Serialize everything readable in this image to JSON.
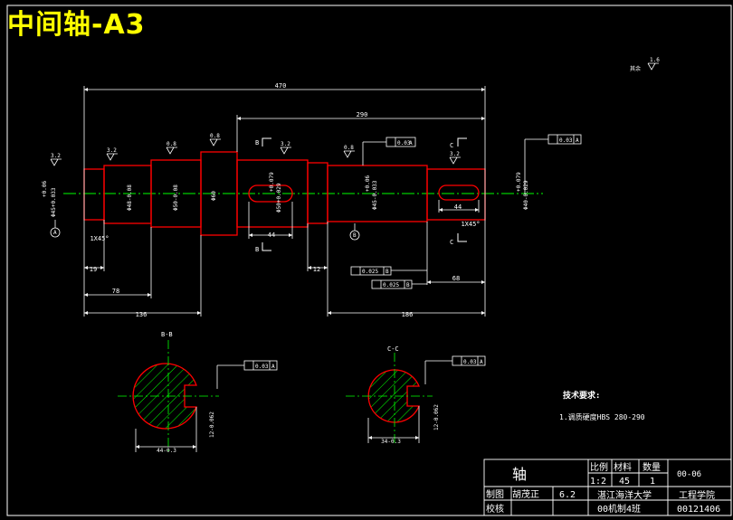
{
  "title": "中间轴-A3",
  "colors": {
    "background": "#000000",
    "title": "#ffff00",
    "part_outline": "#ff0000",
    "center_line": "#00ff00",
    "annotation": "#ffffff"
  },
  "roughness": {
    "other": "其余",
    "other_value": "1.6",
    "r1": "3.2",
    "r2": "3.2",
    "r3": "0.8",
    "r4": "0.8",
    "r5": "3.2",
    "r6": "0.8",
    "r7": "3.2"
  },
  "dimensions": {
    "overall": "470",
    "d290": "290",
    "d19": "19",
    "d78": "78",
    "d136": "136",
    "d12": "12",
    "d68": "68",
    "d186": "186",
    "keyway1": "44",
    "keyway2": "44",
    "chamfer_left": "1X45°",
    "chamfer_right": "1X45°",
    "dia_left_end": "Φ45+0.033",
    "dia_left_end_tol": "+0.06",
    "dia_2": "Φ48-0.08",
    "dia_3": "Φ50-0.08",
    "dia_collar": "Φ60",
    "dia_4": "Φ50+0.029",
    "dia_4_tol": "+0.079",
    "dia_5": "Φ45-0.033",
    "dia_5_tol": "+0.06",
    "dia_right_end": "Φ40-0.029",
    "dia_right_end_tol": "+0.079"
  },
  "tolerances": {
    "runout_top": "0.03",
    "runout_top_ref": "A",
    "runout_right": "0.03",
    "runout_right_ref": "A",
    "parallel_1": "0.025",
    "parallel_1_ref": "B",
    "parallel_2": "0.025",
    "parallel_2_ref": "B",
    "symm_bb": "0.03",
    "symm_bb_ref": "A",
    "symm_cc": "0.03",
    "symm_cc_ref": "A"
  },
  "datums": {
    "a": "A",
    "b": "B"
  },
  "section_marks": {
    "b_top": "B",
    "b_bottom": "B",
    "c_top": "C",
    "c_bottom": "C"
  },
  "sections": {
    "bb_label": "B-B",
    "bb_width": "44-0.3",
    "bb_key": "12-0.062",
    "cc_label": "C-C",
    "cc_width": "34-0.3",
    "cc_key": "12-0.062"
  },
  "notes": {
    "heading": "技术要求:",
    "item1": "1.调质硬度HBS  280-290"
  },
  "title_block": {
    "part_name": "轴",
    "scale_label": "比例",
    "material_label": "材料",
    "quantity_label": "数量",
    "scale_value": "1:2",
    "material_value": "45",
    "quantity_value": "1",
    "drawing_no": "00-06",
    "drawn_label": "制图",
    "drawn_name": "胡茂正",
    "date": "6.2",
    "check_label": "校核",
    "school": "湛江海洋大学",
    "class_name": "00机制4班",
    "college": "工程学院",
    "student_id": "00121406"
  }
}
